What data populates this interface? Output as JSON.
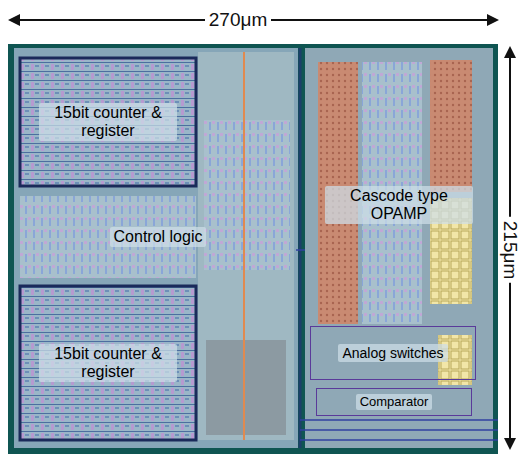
{
  "diagram": {
    "nodes": [
      {
        "text": [
          "15bit counter & register"
        ]
      },
      {
        "text": [
          "Control logic"
        ]
      },
      {
        "text": [
          "15bit counter & register"
        ]
      },
      {
        "text": [
          "Cascode type OPAMP"
        ]
      },
      {
        "text": [
          "Analog switches"
        ]
      },
      {
        "text": [
          "Comparator"
        ]
      }
    ],
    "labels": [
      "270μm",
      "215μm"
    ]
  }
}
